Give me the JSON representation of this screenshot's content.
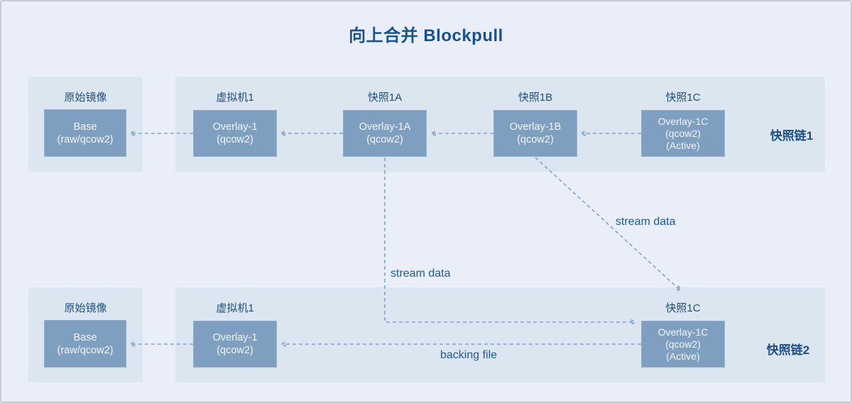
{
  "title": "向上合并 Blockpull",
  "theme": {
    "page_bg": "#e9eef8",
    "panel_bg": "#dce6f1",
    "node_fill": "#7f9fc1",
    "node_text": "#f2f6fa",
    "heading": "#17538f",
    "label": "#1f4e79",
    "chain_label": "#1c4f8a",
    "annot": "#1a5a9a",
    "arrow": "#7fa4cb"
  },
  "chain1": {
    "name": "快照链1",
    "source": {
      "label": "原始镜像",
      "node": {
        "line1": "Base",
        "line2": "(raw/qcow2)"
      }
    },
    "nodes": [
      {
        "title": "虚拟机1",
        "line1": "Overlay-1",
        "line2": "(qcow2)"
      },
      {
        "title": "快照1A",
        "line1": "Overlay-1A",
        "line2": "(qcow2)"
      },
      {
        "title": "快照1B",
        "line1": "Overlay-1B",
        "line2": "(qcow2)"
      },
      {
        "title": "快照1C",
        "line1": "Overlay-1C",
        "line2": "(qcow2)",
        "line3": "(Active)"
      }
    ]
  },
  "chain2": {
    "name": "快照链2",
    "source": {
      "label": "原始镜像",
      "node": {
        "line1": "Base",
        "line2": "(raw/qcow2)"
      }
    },
    "nodes": [
      {
        "title": "虚拟机1",
        "line1": "Overlay-1",
        "line2": "(qcow2)"
      },
      {
        "title": "快照1C",
        "line1": "Overlay-1C",
        "line2": "(qcow2)",
        "line3": "(Active)"
      }
    ]
  },
  "annotations": {
    "stream_data_vertical": "stream data",
    "stream_data_diagonal": "stream data",
    "backing_file": "backing file"
  }
}
